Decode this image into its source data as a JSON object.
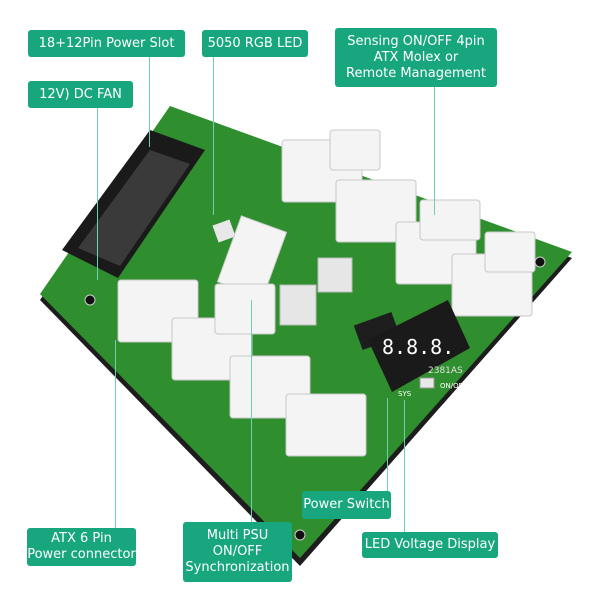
{
  "callouts": {
    "power_slot": "18+12Pin Power Slot",
    "rgb_led": "5050  RGB LED",
    "sensing": [
      "Sensing ON/OFF 4pin",
      "ATX Molex or",
      "Remote Management"
    ],
    "dc_fan": "12V) DC FAN",
    "atx_6pin": [
      "ATX 6 Pin",
      "Power connector"
    ],
    "multi_psu": [
      "Multi PSU",
      "ON/OFF",
      "Synchronization"
    ],
    "power_switch": "Power Switch",
    "led_display": "LED Voltage Display"
  },
  "board": {
    "display_digits": "8.8.8.",
    "display_model": "2381AS",
    "switch_labels": [
      "SYS",
      "ON/OFF"
    ],
    "colors": {
      "pcb": "#2e8b2e",
      "accent": "#17a67e",
      "connector": "#f2f2f2",
      "display": "#1a1a1a"
    }
  }
}
